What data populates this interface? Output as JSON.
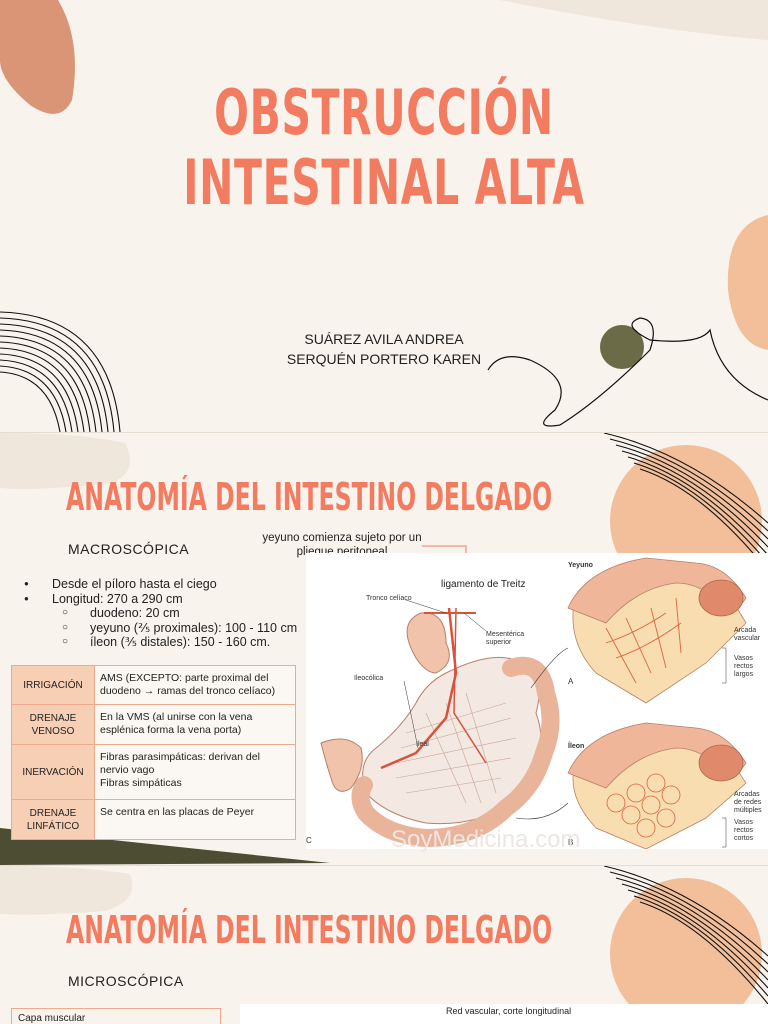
{
  "slide1": {
    "title_line1": "OBSTRUCCIÓN",
    "title_line2": "INTESTINAL ALTA",
    "author1": "SUÁREZ AVILA ANDREA",
    "author2": "SERQUÉN PORTERO KAREN"
  },
  "slide2": {
    "title": "ANATOMÍA DEL INTESTINO DELGADO",
    "subtitle": "MACROSCÓPICA",
    "facts": [
      {
        "level": 1,
        "text": "Desde el píloro hasta el ciego"
      },
      {
        "level": 1,
        "text": "Longitud: 270 a 290 cm"
      },
      {
        "level": 2,
        "text": "duodeno: 20 cm"
      },
      {
        "level": 2,
        "text": "yeyuno (⅖ proximales): 100 - 110 cm"
      },
      {
        "level": 2,
        "text": "íleon (⅗ distales): 150 - 160 cm."
      }
    ],
    "table": [
      {
        "key": "IRRIGACIÓN",
        "value": "AMS (EXCEPTO: parte proximal del duodeno → ramas del tronco celíaco)"
      },
      {
        "key": "DRENAJE VENOSO",
        "value": "En la VMS (al unirse con la vena esplénica forma la vena porta)"
      },
      {
        "key": "INERVACIÓN",
        "value": "Fibras parasimpáticas: derivan del nervio vago\nFibras simpáticas"
      },
      {
        "key": "DRENAJE LINFÁTICO",
        "value": "Se centra en las placas de Peyer"
      }
    ],
    "callout": "yeyuno comienza sujeto por un pliegue peritoneal",
    "figure": {
      "treitz": "ligamento de Treitz",
      "tronco": "Tronco celíaco",
      "mesenterica": "Mesentérica superior",
      "ileocolica": "Ileocólica",
      "ileal": "Ileal",
      "yeyuno": "Yeyuno",
      "ileon": "Íleon",
      "arcada": "Arcada vascular",
      "vasos_largos": "Vasos rectos largos",
      "arcadas_multiples": "Arcadas de redes múltiples",
      "vasos_cortos": "Vasos rectos cortos",
      "a": "A",
      "b": "B",
      "c": "C",
      "watermark": "SoyMedicina.com"
    }
  },
  "slide3": {
    "title": "ANATOMÍA DEL INTESTINO DELGADO",
    "subtitle": "MICROSCÓPICA",
    "capa": "Capa muscular",
    "red": "Red vascular, corte longitudinal"
  },
  "colors": {
    "accent": "#f27b60",
    "peach": "#f2bf9a",
    "olive": "#6b6b47",
    "bg": "#f8f3ec"
  }
}
